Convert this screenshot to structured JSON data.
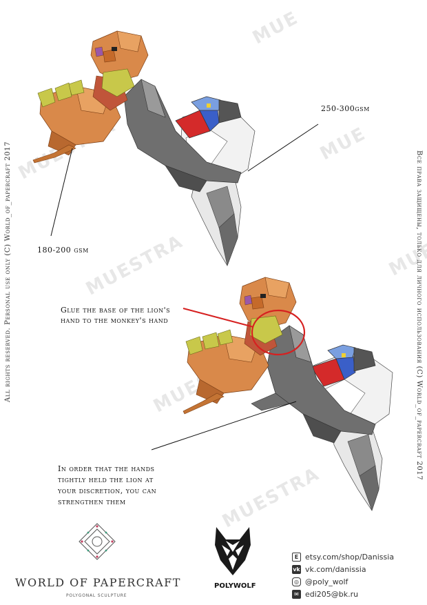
{
  "watermark": "MUESTRA",
  "watermark_partial": "MUE",
  "side_left": "All rights reserved. Personal use only (C) World_of_papercraft 2017",
  "side_right": "Все права защищены, только для личного использования (C) World_of_papercraft 2017",
  "labels": {
    "paper_monkey": "250-300gsm",
    "paper_lion": "180-200 gsm",
    "glue_line1": "Glue the base of the lion's",
    "glue_line2": "hand to the monkey's hand",
    "tip_line1": "In order that the hands",
    "tip_line2": "tightly held the lion at",
    "tip_line3": "your discretion, you can",
    "tip_line4": "strengthen them"
  },
  "brand": {
    "name": "WORLD OF PAPERCRAFT",
    "tagline": "POLYGONAL SCULPTURE",
    "polywolf": "POLYWOLF"
  },
  "contacts": [
    {
      "icon": "etsy-icon",
      "glyph": "E",
      "text": "etsy.com/shop/Danissia"
    },
    {
      "icon": "vk-icon",
      "glyph": "vk",
      "text": "vk.com/danissia"
    },
    {
      "icon": "instagram-icon",
      "glyph": "◎",
      "text": "@poly_wolf"
    },
    {
      "icon": "email-icon",
      "glyph": "✉",
      "text": "edi205@bk.ru"
    }
  ],
  "colors": {
    "lion_orange": "#d9894a",
    "lion_dark": "#b8682f",
    "hand_yellow": "#c8c84a",
    "monkey_gray": "#6f6f6f",
    "monkey_red": "#d42a2a",
    "monkey_blue": "#3a5fc8",
    "annotation_red": "#d62020"
  }
}
